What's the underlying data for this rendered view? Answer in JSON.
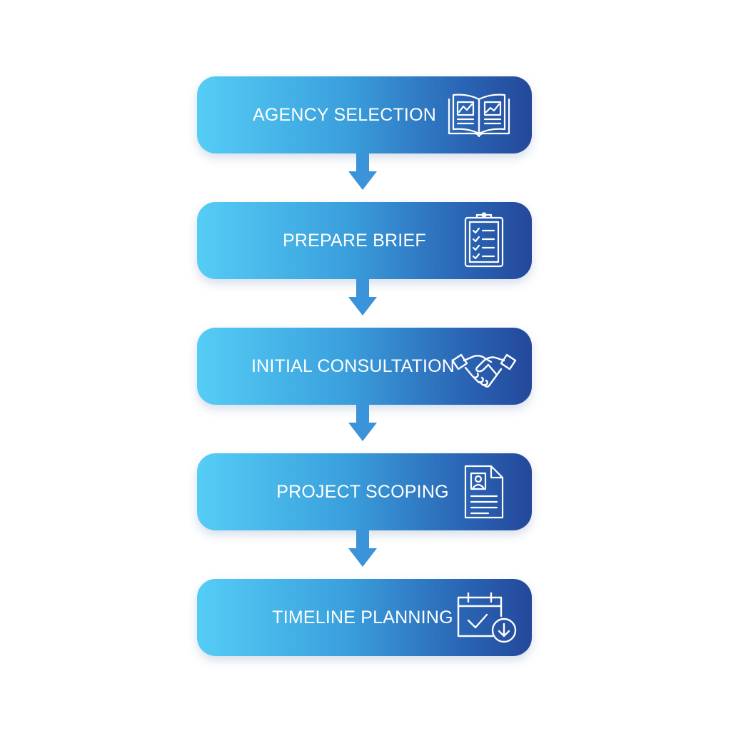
{
  "diagram": {
    "steps": [
      {
        "label": "AGENCY SELECTION",
        "icon": "open-book-icon"
      },
      {
        "label": "PREPARE BRIEF",
        "icon": "clipboard-checklist-icon"
      },
      {
        "label": "INITIAL CONSULTATION",
        "icon": "handshake-icon"
      },
      {
        "label": "PROJECT SCOPING",
        "icon": "profile-document-icon"
      },
      {
        "label": "TIMELINE PLANNING",
        "icon": "calendar-check-icon"
      }
    ],
    "colors": {
      "box_gradient_start": "#55cdf6",
      "box_gradient_end": "#24489a",
      "arrow": "#3a8fd6",
      "text": "#ffffff"
    }
  }
}
